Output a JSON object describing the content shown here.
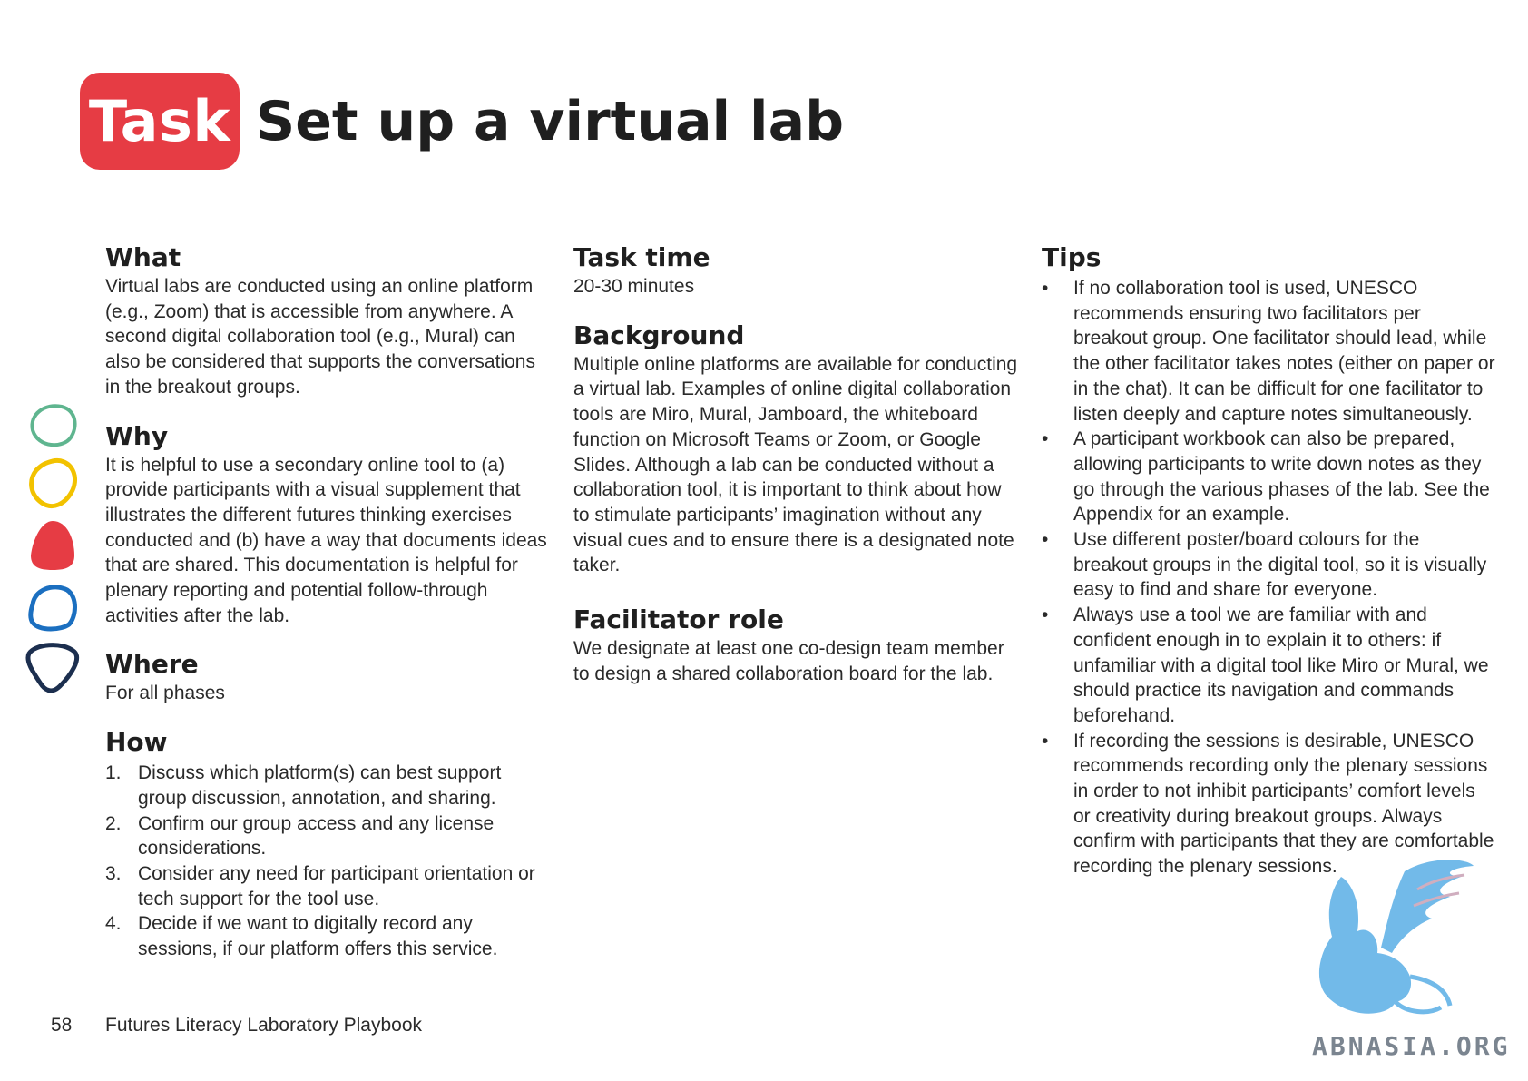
{
  "header": {
    "badge_label": "Task",
    "title": "Set up a virtual lab"
  },
  "columns": {
    "what": {
      "heading": "What",
      "text": "Virtual labs are conducted using an online platform (e.g., Zoom) that is accessible from anywhere. A second digital collaboration tool (e.g., Mural) can also be considered that supports the conversations in the breakout groups."
    },
    "why": {
      "heading": "Why",
      "text": "It is helpful to use a secondary online tool to (a) provide participants with a visual supplement that illustrates the different futures thinking exercises conducted and (b) have a way that documents ideas that are shared. This documentation is helpful for plenary reporting and potential follow-through activities after the lab."
    },
    "where": {
      "heading": "Where",
      "text": "For all phases"
    },
    "how": {
      "heading": "How",
      "items": [
        {
          "num": "1.",
          "text": "Discuss which platform(s) can best support group discussion, annotation, and sharing."
        },
        {
          "num": "2.",
          "text": "Confirm our group access and any license considerations."
        },
        {
          "num": "3.",
          "text": "Consider any need for participant orientation or tech support for the tool use."
        },
        {
          "num": "4.",
          "text": "Decide if we want to digitally record any sessions, if our platform offers this service."
        }
      ]
    },
    "task_time": {
      "heading": "Task time",
      "text": "20-30 minutes"
    },
    "background": {
      "heading": "Background",
      "text": "Multiple online platforms are available for conducting a virtual lab. Examples of online digital collaboration tools are Miro, Mural, Jamboard, the whiteboard function on Microsoft Teams or Zoom, or Google Slides. Although a lab can be conducted without a collaboration tool, it is important to think about how to stimulate participants’ imagination without any visual cues and to ensure there is a designated note taker."
    },
    "facilitator_role": {
      "heading": "Facilitator role",
      "text": "We designate at least one co-design team member to design a shared collaboration board for the lab."
    },
    "tips": {
      "heading": "Tips",
      "items": [
        {
          "bullet": "•",
          "text": "If no collaboration tool is used, UNESCO recommends ensuring two facilitators per breakout group. One facilitator should lead, while the other facilitator takes notes (either on paper or in the chat). It can be difficult for one facilitator to listen deeply and capture notes simultaneously."
        },
        {
          "bullet": "•",
          "text": "A participant workbook can also be prepared, allowing participants to write down notes as they go through the various phases of the lab. See the Appendix for an example."
        },
        {
          "bullet": "•",
          "text": "Use different poster/board colours for the breakout groups in the digital tool, so it is visually easy to find and share for everyone."
        },
        {
          "bullet": "•",
          "text": "Always use a tool we are familiar with and confident enough in to explain it to others: if unfamiliar with a digital tool like Miro or Mural, we should practice its navigation and commands beforehand."
        },
        {
          "bullet": "•",
          "text": "If recording the sessions is desirable, UNESCO recommends recording only the plenary sessions in order to not inhibit participants’ comfort levels or creativity during breakout groups. Always confirm with participants that they are comfortable recording the plenary sessions."
        }
      ]
    }
  },
  "footer": {
    "page_number": "58",
    "book_title": "Futures Literacy Laboratory Playbook"
  },
  "watermark": {
    "text": "ABNASIA.ORG"
  },
  "colors": {
    "badge": "#e63c44",
    "blob_green": "#5fb58f",
    "blob_yellow": "#f2c200",
    "blob_red": "#e63c44",
    "blob_blue": "#1b6fc0",
    "blob_navy": "#1c2f4f",
    "watermark_blue": "#5aaee6"
  }
}
